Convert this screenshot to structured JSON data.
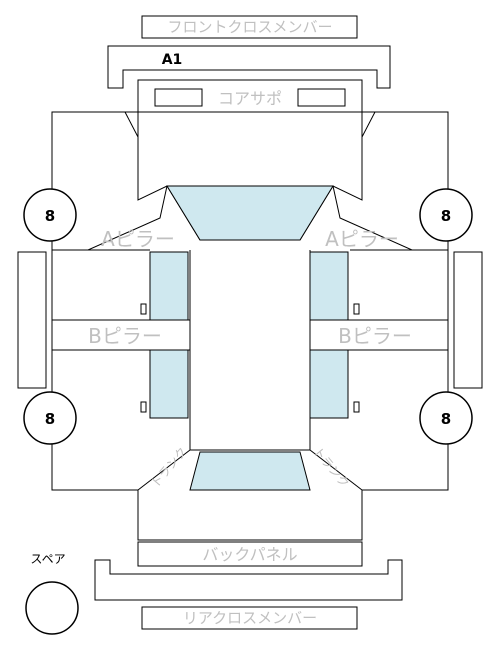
{
  "labels": {
    "front_cross_member": "フロントクロスメンバー",
    "a1": "A1",
    "core_support": "コアサポ",
    "a_pillar_left": "Aピラー",
    "a_pillar_right": "Aピラー",
    "b_pillar_left": "Bピラー",
    "b_pillar_right": "Bピラー",
    "back_panel": "バックパネル",
    "rear_cross_member": "リアクロスメンバー",
    "spare": "スペア",
    "trunk_left": "トランク",
    "trunk_right": "トランク"
  },
  "wheels": {
    "front_left": "8",
    "front_right": "8",
    "rear_left": "8",
    "rear_right": "8"
  },
  "colors": {
    "glass": "#cfe8ef",
    "line": "#000000",
    "label_gray": "#c0c0c0"
  }
}
